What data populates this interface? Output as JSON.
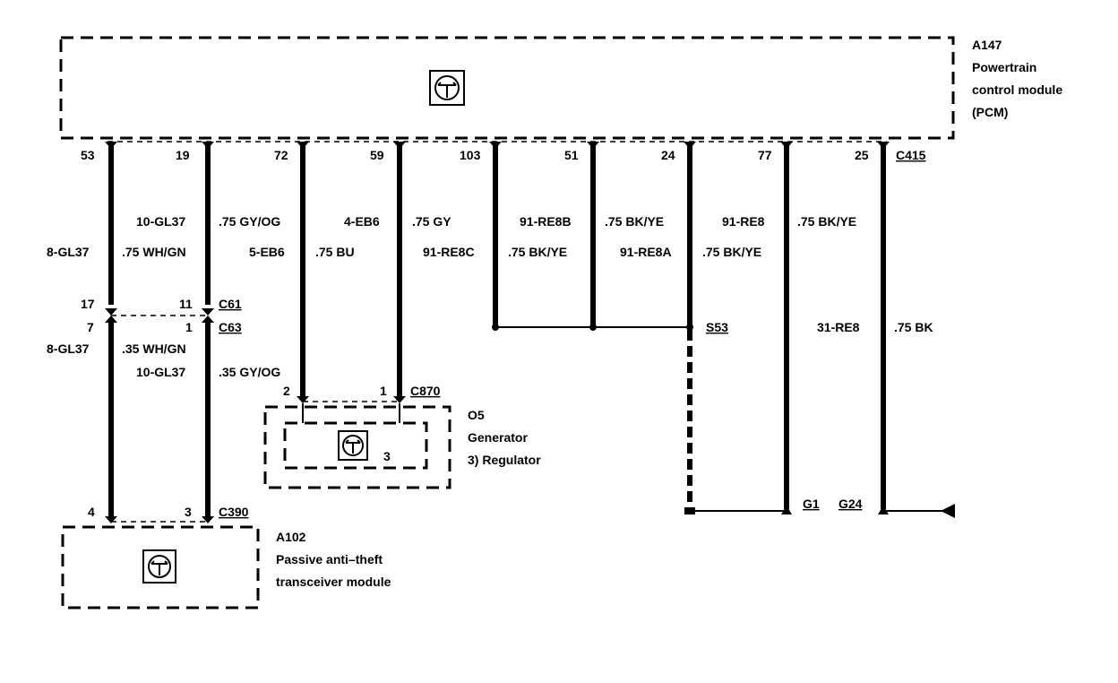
{
  "modules": {
    "pcm": {
      "id": "A147",
      "line1": "Powertrain",
      "line2": "control module",
      "line3": "(PCM)"
    },
    "generator": {
      "id": "O5",
      "line1": "Generator",
      "line2": "3)    Regulator",
      "internal_label": "3"
    },
    "pats": {
      "id": "A102",
      "line1": "Passive anti–theft",
      "line2": "transceiver module"
    }
  },
  "connectors": {
    "c415": "C415",
    "c61": "C61",
    "c63": "C63",
    "c870": "C870",
    "c390": "C390",
    "s53": "S53",
    "g1": "G1",
    "g24": "G24"
  },
  "pins_top": [
    "53",
    "19",
    "72",
    "59",
    "103",
    "51",
    "24",
    "77",
    "25"
  ],
  "wire_labels": {
    "w53": "8-GL37",
    "w19_a": "10-GL37",
    "w19_b": ".75 WH/GN",
    "w72_a": ".75 GY/OG",
    "w72_b": "5-EB6",
    "w59_a": "4-EB6",
    "w59_b": ".75 BU",
    "w103_a": ".75 GY",
    "w103_b": "91-RE8C",
    "w51_a": "91-RE8B",
    "w51_b": ".75 BK/YE",
    "w24_a": ".75 BK/YE",
    "w24_b": "91-RE8A",
    "w77_a": "91-RE8",
    "w77_b": ".75 BK/YE",
    "w77_c": "31-RE8",
    "w25_a": ".75 BK/YE",
    "w25_b": ".75 BK"
  },
  "c61_pins": [
    "17",
    "11"
  ],
  "c63_pins": [
    "7",
    "1"
  ],
  "lower_labels": {
    "l1": "8-GL37",
    "l2": ".35 WH/GN",
    "l3": "10-GL37",
    "l4": ".35 GY/OG"
  },
  "c870_pins": [
    "2",
    "1"
  ],
  "c390_pins": [
    "4",
    "3"
  ]
}
